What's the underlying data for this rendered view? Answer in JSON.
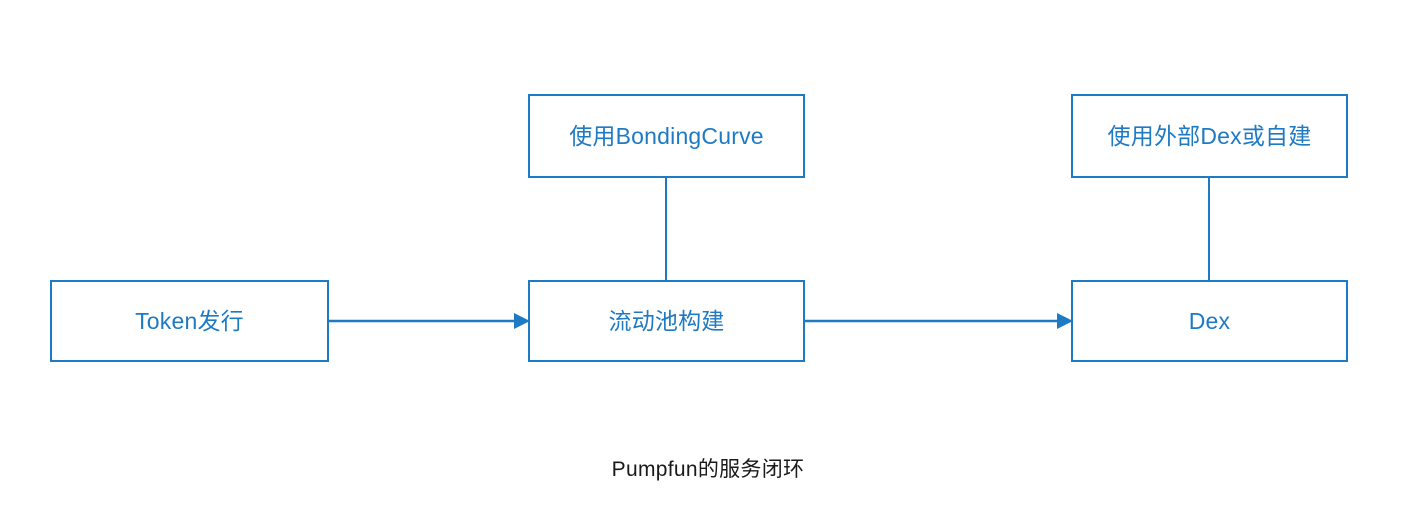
{
  "diagram": {
    "caption": "Pumpfun的服务闭环",
    "colors": {
      "node_border": "#1f7ac4",
      "node_text": "#1f7ac4",
      "connector": "#1f7ac4",
      "background": "#ffffff",
      "caption_text": "#1a1a1a"
    },
    "nodes": [
      {
        "id": "token-issue",
        "label": "Token发行"
      },
      {
        "id": "liquidity-pool",
        "label": "流动池构建"
      },
      {
        "id": "dex",
        "label": "Dex"
      },
      {
        "id": "bonding-curve",
        "label": "使用BondingCurve"
      },
      {
        "id": "external-dex",
        "label": "使用外部Dex或自建"
      }
    ],
    "connectors": [
      {
        "id": "token-to-pool",
        "from": "token-issue",
        "to": "liquidity-pool",
        "style": "arrow",
        "direction": "right"
      },
      {
        "id": "pool-to-dex",
        "from": "liquidity-pool",
        "to": "dex",
        "style": "arrow",
        "direction": "right"
      },
      {
        "id": "bondingcurve-to-pool",
        "from": "bonding-curve",
        "to": "liquidity-pool",
        "style": "plain-line",
        "direction": "down"
      },
      {
        "id": "externaldex-to-dex",
        "from": "external-dex",
        "to": "dex",
        "style": "plain-line",
        "direction": "down"
      }
    ]
  }
}
